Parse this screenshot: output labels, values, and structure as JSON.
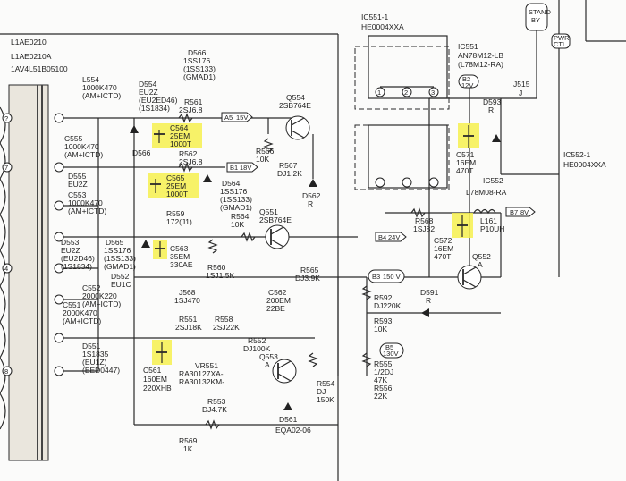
{
  "transformer": {
    "part_lines": [
      "L1AE0210",
      "L1AE0210A",
      "1AV4L51B05100"
    ]
  },
  "stand_by": {
    "line1": "STAND",
    "line2": "BY"
  },
  "connectors": {
    "top_right": "J515",
    "top_right_sub": "J"
  },
  "ic551": {
    "ref": "IC551-1",
    "part": "HE0004XXA",
    "title": "IC551",
    "type": "AN78M12-LB",
    "type2": "(L78M12-RA)",
    "pins": [
      "1",
      "2",
      "3"
    ]
  },
  "ic552": {
    "ref": "IC552-1",
    "part": "HE0004XXA",
    "title": "IC552",
    "type": "L78M08-RA"
  },
  "highlighted_caps": [
    {
      "ref": "C564",
      "v": "25EM",
      "c": "1000T"
    },
    {
      "ref": "C565",
      "v": "25EM",
      "c": "1000T"
    },
    {
      "ref": "C563",
      "v": "35EM",
      "c": "330AE"
    },
    {
      "ref": "C571",
      "v": "16EM",
      "c": "470T"
    },
    {
      "ref": "C572",
      "v": "16EM",
      "c": "470T"
    },
    {
      "ref": "C561",
      "v": "160EM",
      "c": "220XHB"
    }
  ],
  "rails": [
    {
      "tag": "A5",
      "value": "15V"
    },
    {
      "tag": "B1",
      "value": "18V"
    },
    {
      "tag": "B4",
      "value": "24V"
    },
    {
      "tag": "B3",
      "value": "150 V"
    },
    {
      "tag": "B2",
      "value": "12V"
    },
    {
      "tag": "B7",
      "value": "8V"
    },
    {
      "tag": "B5",
      "value": "130V"
    }
  ],
  "labels": {
    "c555": "C555",
    "c555v": "1000K470",
    "c555t": "(AM+ICTD)",
    "l554": "L554",
    "l554v": "1000K470",
    "l554t": "(AM+ICTD)",
    "d554": "D554",
    "d554v": "EU2Z",
    "d554p": "(EU2ED46)",
    "d554q": "(1S1834)",
    "d566": "D566",
    "d566v": "1SS176",
    "d566p": "(1SS133)",
    "d566q": "(GMAD1)",
    "r561": "R561",
    "r561v": "2SJ6.8",
    "q554": "Q554",
    "q554v": "2SB764E",
    "r566": "R566",
    "r566v": "10K",
    "r567": "R567",
    "r567v": "DJ1.2K",
    "d562": "D562",
    "d562v": "R",
    "d566b": "D566",
    "r562": "R562",
    "r562v": "2SJ6.8",
    "d564": "D564",
    "d564v": "1SS176",
    "d564p": "(1SS133)",
    "d564q": "(GMAD1)",
    "d555": "D555",
    "d555v": "EU2Z",
    "c553": "C553",
    "c553v": "1000K470",
    "c553t": "(AM+ICTD)",
    "r559": "R559",
    "r559v": "172(J1)",
    "r564": "R564",
    "r564v": "10K",
    "q551": "Q551",
    "q551v": "2SB764E",
    "d553": "D553",
    "d553v": "EU2Z",
    "d553p": "(EU2D46)",
    "d553q": "(1S1834)",
    "d565": "D565",
    "d565v": "1SS176",
    "d565p": "(1SS133)",
    "d565q": "(GMAD1)",
    "d552": "D552",
    "d552v": "EU1C",
    "r560": "R560",
    "r560v": "1SJ1.5K",
    "r565": "R565",
    "r565v": "DJ3.9K",
    "c552": "C552",
    "c552v": "2000K220",
    "c552t": "(AM+ICTD)",
    "j568": "J568",
    "j568v": "1SJ470",
    "c562": "C562",
    "c562v": "200EM",
    "c562t": "22BE",
    "c551": "C551",
    "c551v": "2000K470",
    "c551t": "(AM+ICTD)",
    "r551": "R551",
    "r551v": "2SJ18K",
    "r558": "R558",
    "r558v": "2SJ22K",
    "d551": "D551",
    "d551v": "1S1835",
    "d551p": "(EU1Z)",
    "d551q": "(EED0447)",
    "r552": "R552",
    "r552v": "DJ100K",
    "q553": "Q553",
    "q553v": "A",
    "vr551": "VR551",
    "vr551v": "RA30127XA-",
    "vr551p": "RA30132KM-",
    "r553": "R553",
    "r553v": "DJ4.7K",
    "d561": "D561",
    "d561v": "EQA02-06",
    "r554": "R554",
    "r554v": "DJ",
    "r554p": "150K",
    "r555": "R555",
    "r555v": "1/2DJ",
    "r555p": "47K",
    "r556": "R556",
    "r556v": "22K",
    "r569": "R569",
    "r569v": "1K",
    "d593": "D593",
    "d593v": "R",
    "r568": "R568",
    "r568v": "1SJ82",
    "l161": "L161",
    "l161v": "P10UH",
    "q552": "Q552",
    "q552v": "A",
    "r592": "R592",
    "r592v": "DJ220K",
    "r593": "R593",
    "r593v": "10K",
    "d591": "D591",
    "d591v": "R",
    "pwr_ctl": "PWR",
    "pwr_ctl2": "CTL"
  }
}
